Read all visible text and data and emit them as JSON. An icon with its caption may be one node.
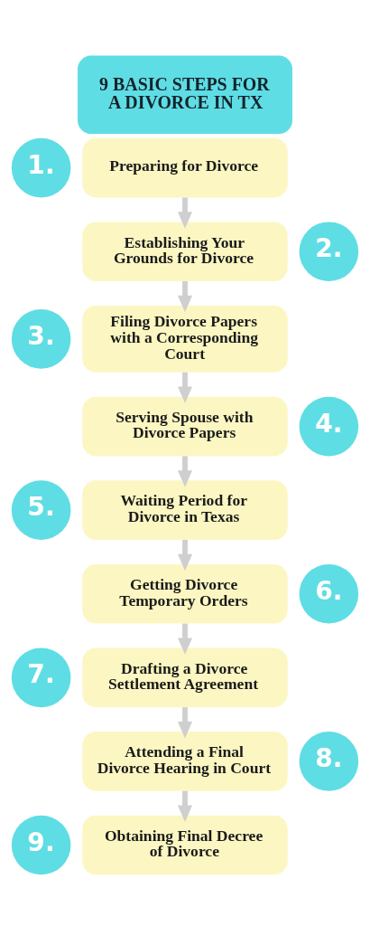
{
  "diagram": {
    "title": "9 BASIC STEPS FOR A DIVORCE IN TX",
    "nodes": [
      {
        "text": [
          "1."
        ]
      },
      {
        "text": [
          "Preparing for Divorce"
        ]
      },
      {
        "text": [
          "Establishing Your Grounds for Divorce"
        ]
      },
      {
        "text": [
          "2."
        ]
      },
      {
        "text": [
          "3."
        ]
      },
      {
        "text": [
          "Filing Divorce Papers with a Corresponding Court"
        ]
      },
      {
        "text": [
          "Serving Spouse with Divorce Papers"
        ]
      },
      {
        "text": [
          "4."
        ]
      },
      {
        "text": [
          "5."
        ]
      },
      {
        "text": [
          "Waiting Period for Divorce in Texas"
        ]
      },
      {
        "text": [
          "Getting Divorce Temporary Orders"
        ]
      },
      {
        "text": [
          "6."
        ]
      },
      {
        "text": [
          "7."
        ]
      },
      {
        "text": [
          "Drafting a Divorce Settlement Agreement"
        ]
      },
      {
        "text": [
          "Attending a Final Divorce Hearing in Court"
        ]
      },
      {
        "text": [
          "8."
        ]
      },
      {
        "text": [
          "9."
        ]
      },
      {
        "text": [
          "Obtaining Final Decree of Divorce"
        ]
      }
    ],
    "edges": [
      {
        "from": 1,
        "to": 2,
        "arrow": "to"
      },
      {
        "from": 2,
        "to": 5,
        "arrow": "to"
      },
      {
        "from": 5,
        "to": 6,
        "arrow": "to"
      },
      {
        "from": 6,
        "to": 9,
        "arrow": "to"
      },
      {
        "from": 9,
        "to": 10,
        "arrow": "to"
      },
      {
        "from": 10,
        "to": 13,
        "arrow": "to"
      },
      {
        "from": 13,
        "to": 14,
        "arrow": "to"
      },
      {
        "from": 14,
        "to": 17,
        "arrow": "to"
      }
    ]
  }
}
